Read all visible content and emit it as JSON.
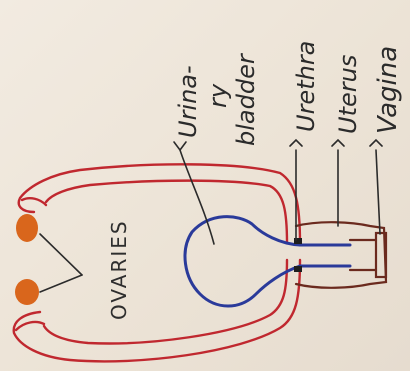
{
  "labels": {
    "ovaries": "OVARIES",
    "urinary_1": "Urina-",
    "urinary_2": "ry",
    "urinary_3": "bladder",
    "urethra": "Urethra",
    "uterus": "Uterus",
    "vagina": "Vagina"
  },
  "colors": {
    "paper": "#ece3d6",
    "oviduct": "#c0282f",
    "bladder": "#2a3a9a",
    "uterus": "#6b2a1e",
    "ovary": "#d9661c",
    "ink": "#2b2b2b"
  }
}
